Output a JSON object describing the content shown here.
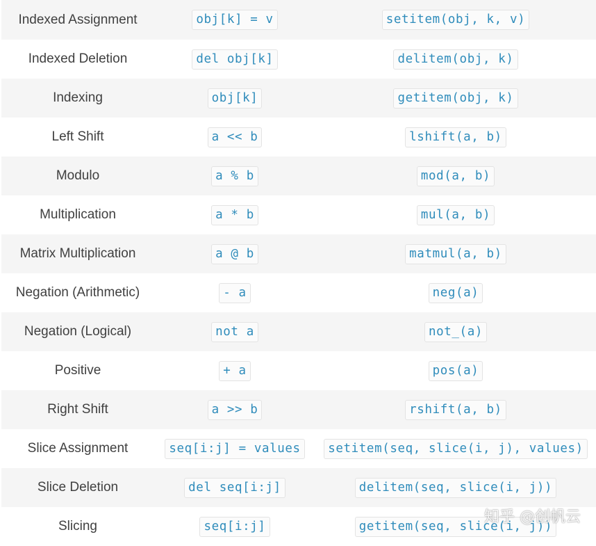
{
  "rows": [
    {
      "operation": "Indexed Assignment",
      "syntax": "obj[k] = v",
      "function": "setitem(obj, k, v)"
    },
    {
      "operation": "Indexed Deletion",
      "syntax": "del obj[k]",
      "function": "delitem(obj, k)"
    },
    {
      "operation": "Indexing",
      "syntax": "obj[k]",
      "function": "getitem(obj, k)"
    },
    {
      "operation": "Left Shift",
      "syntax": "a << b",
      "function": "lshift(a, b)"
    },
    {
      "operation": "Modulo",
      "syntax": "a % b",
      "function": "mod(a, b)"
    },
    {
      "operation": "Multiplication",
      "syntax": "a * b",
      "function": "mul(a, b)"
    },
    {
      "operation": "Matrix Multiplication",
      "syntax": "a @ b",
      "function": "matmul(a, b)"
    },
    {
      "operation": "Negation (Arithmetic)",
      "syntax": "- a",
      "function": "neg(a)"
    },
    {
      "operation": "Negation (Logical)",
      "syntax": "not a",
      "function": "not_(a)"
    },
    {
      "operation": "Positive",
      "syntax": "+ a",
      "function": "pos(a)"
    },
    {
      "operation": "Right Shift",
      "syntax": "a >> b",
      "function": "rshift(a, b)"
    },
    {
      "operation": "Slice Assignment",
      "syntax": "seq[i:j] = values",
      "function": "setitem(seq, slice(i, j), values)"
    },
    {
      "operation": "Slice Deletion",
      "syntax": "del seq[i:j]",
      "function": "delitem(seq, slice(i, j))"
    },
    {
      "operation": "Slicing",
      "syntax": "seq[i:j]",
      "function": "getitem(seq, slice(i, j))"
    }
  ],
  "watermark": "知乎 @创帆云",
  "colors": {
    "code_text": "#2f8cbb",
    "operation_text": "#404040",
    "row_shade": "#f5f5f5"
  }
}
